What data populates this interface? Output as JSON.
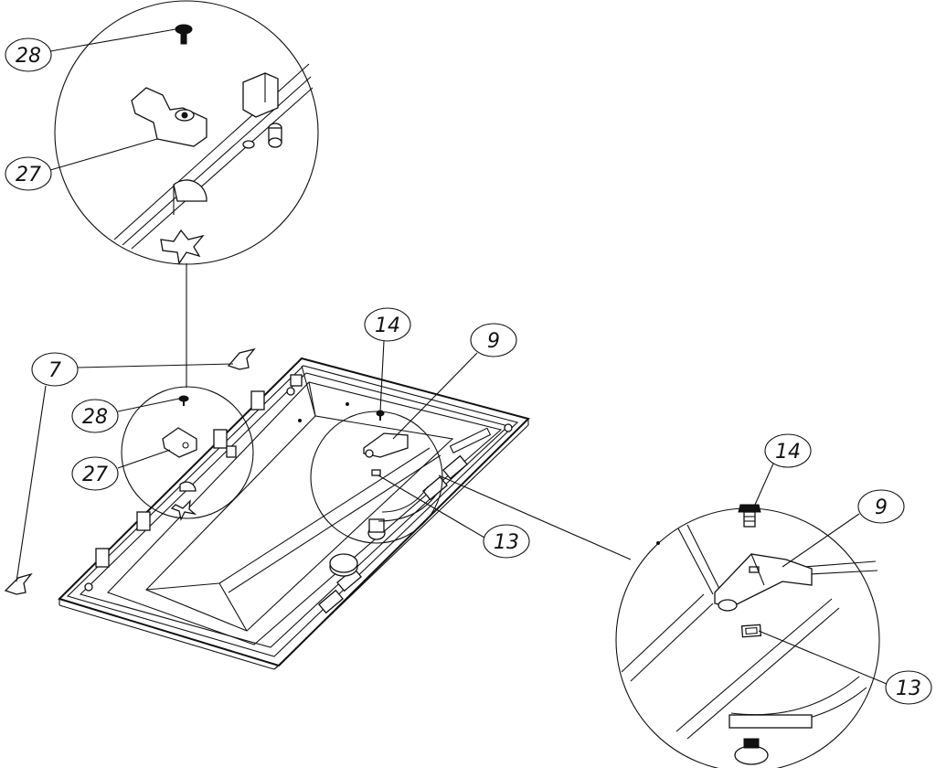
{
  "callouts": {
    "c28a": "28",
    "c27a": "27",
    "c7": "7",
    "c28b": "28",
    "c27b": "27",
    "c14a": "14",
    "c9a": "9",
    "c13a": "13",
    "c14b": "14",
    "c9b": "9",
    "c13b": "13"
  },
  "colors": {
    "ink": "#111111",
    "paper": "#ffffff"
  }
}
